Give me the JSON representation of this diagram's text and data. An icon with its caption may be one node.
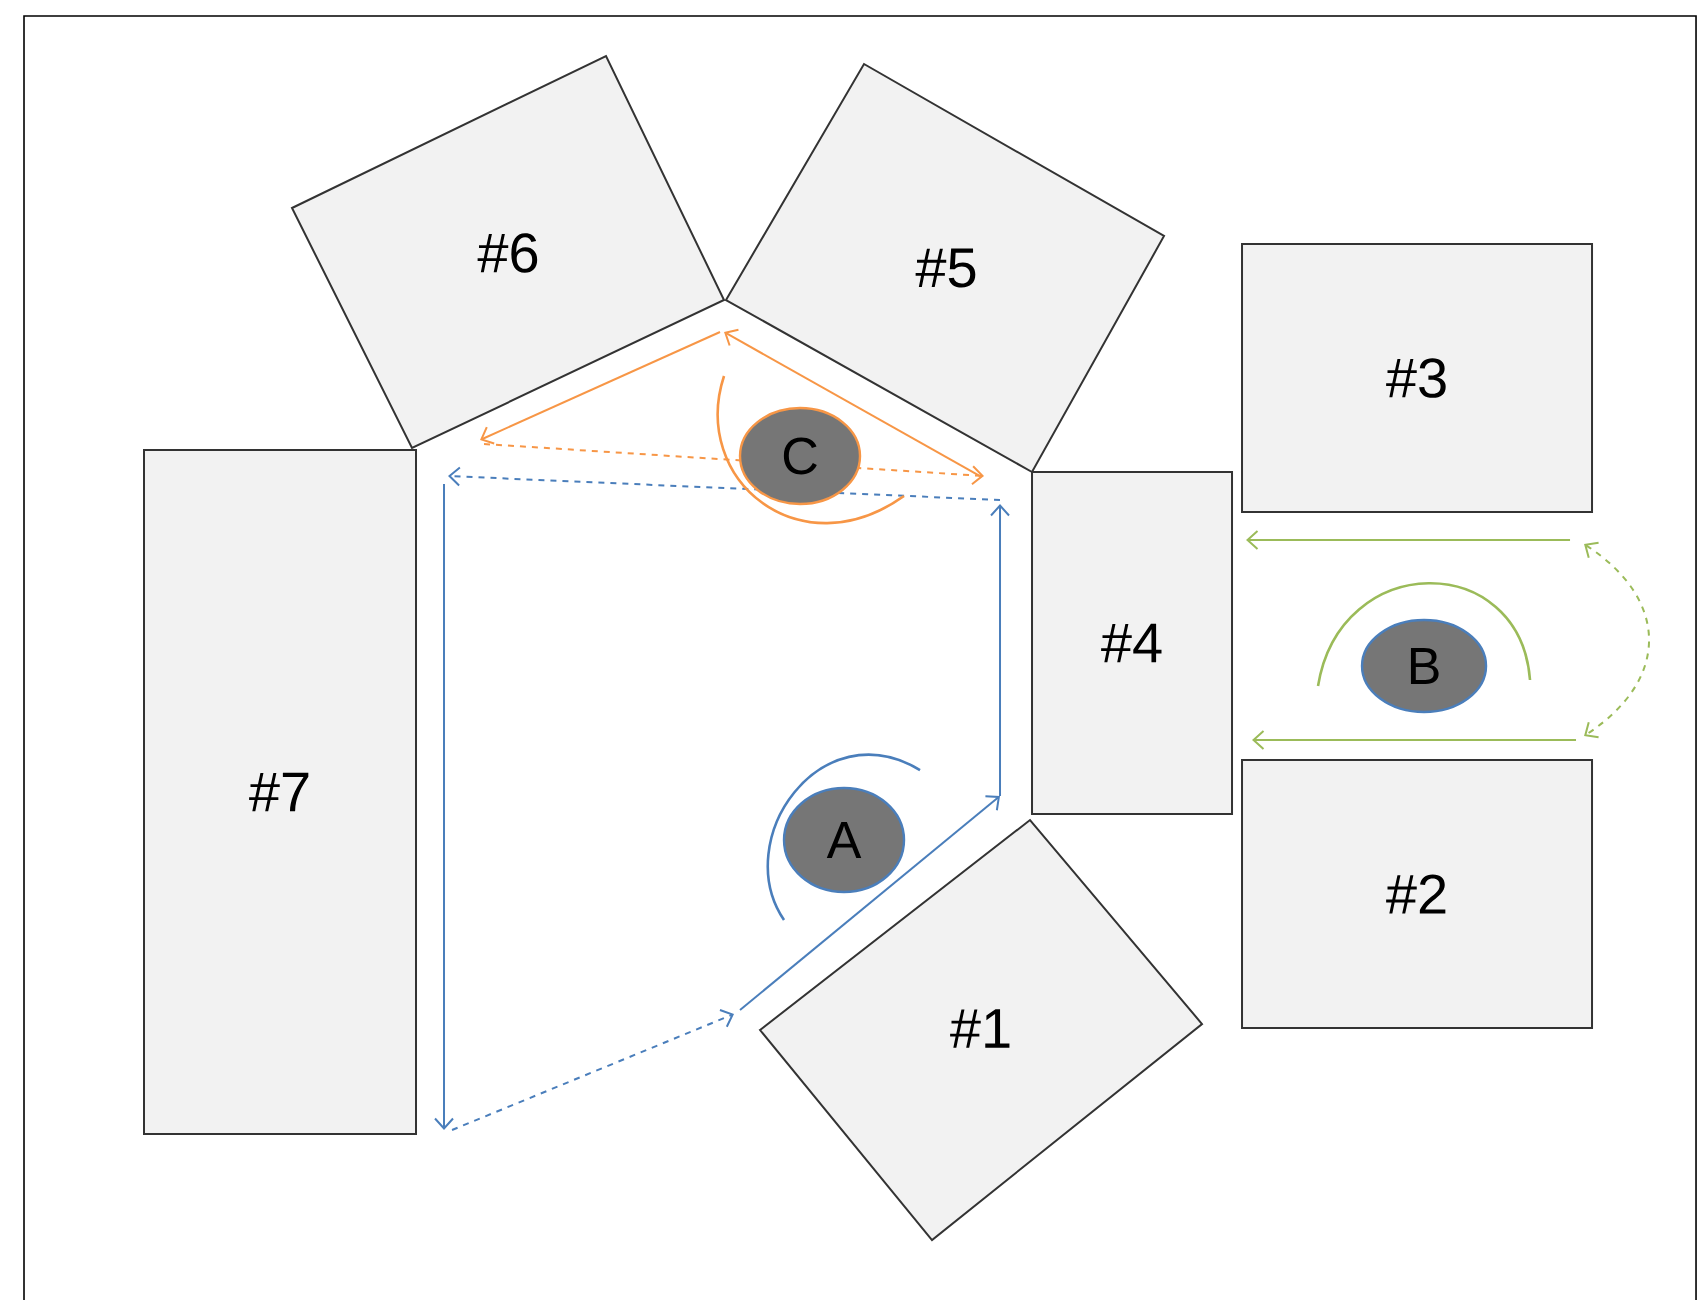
{
  "diagram": {
    "nodes": [
      {
        "text": [
          "#6"
        ]
      },
      {
        "text": [
          "#5"
        ]
      },
      {
        "text": [
          "#3"
        ]
      },
      {
        "text": [
          "C"
        ]
      },
      {
        "text": [
          "#4"
        ]
      },
      {
        "text": [
          "B"
        ]
      },
      {
        "text": [
          "#7"
        ]
      },
      {
        "text": [
          "A"
        ]
      },
      {
        "text": [
          "#2"
        ]
      },
      {
        "text": [
          "#1"
        ]
      }
    ]
  }
}
